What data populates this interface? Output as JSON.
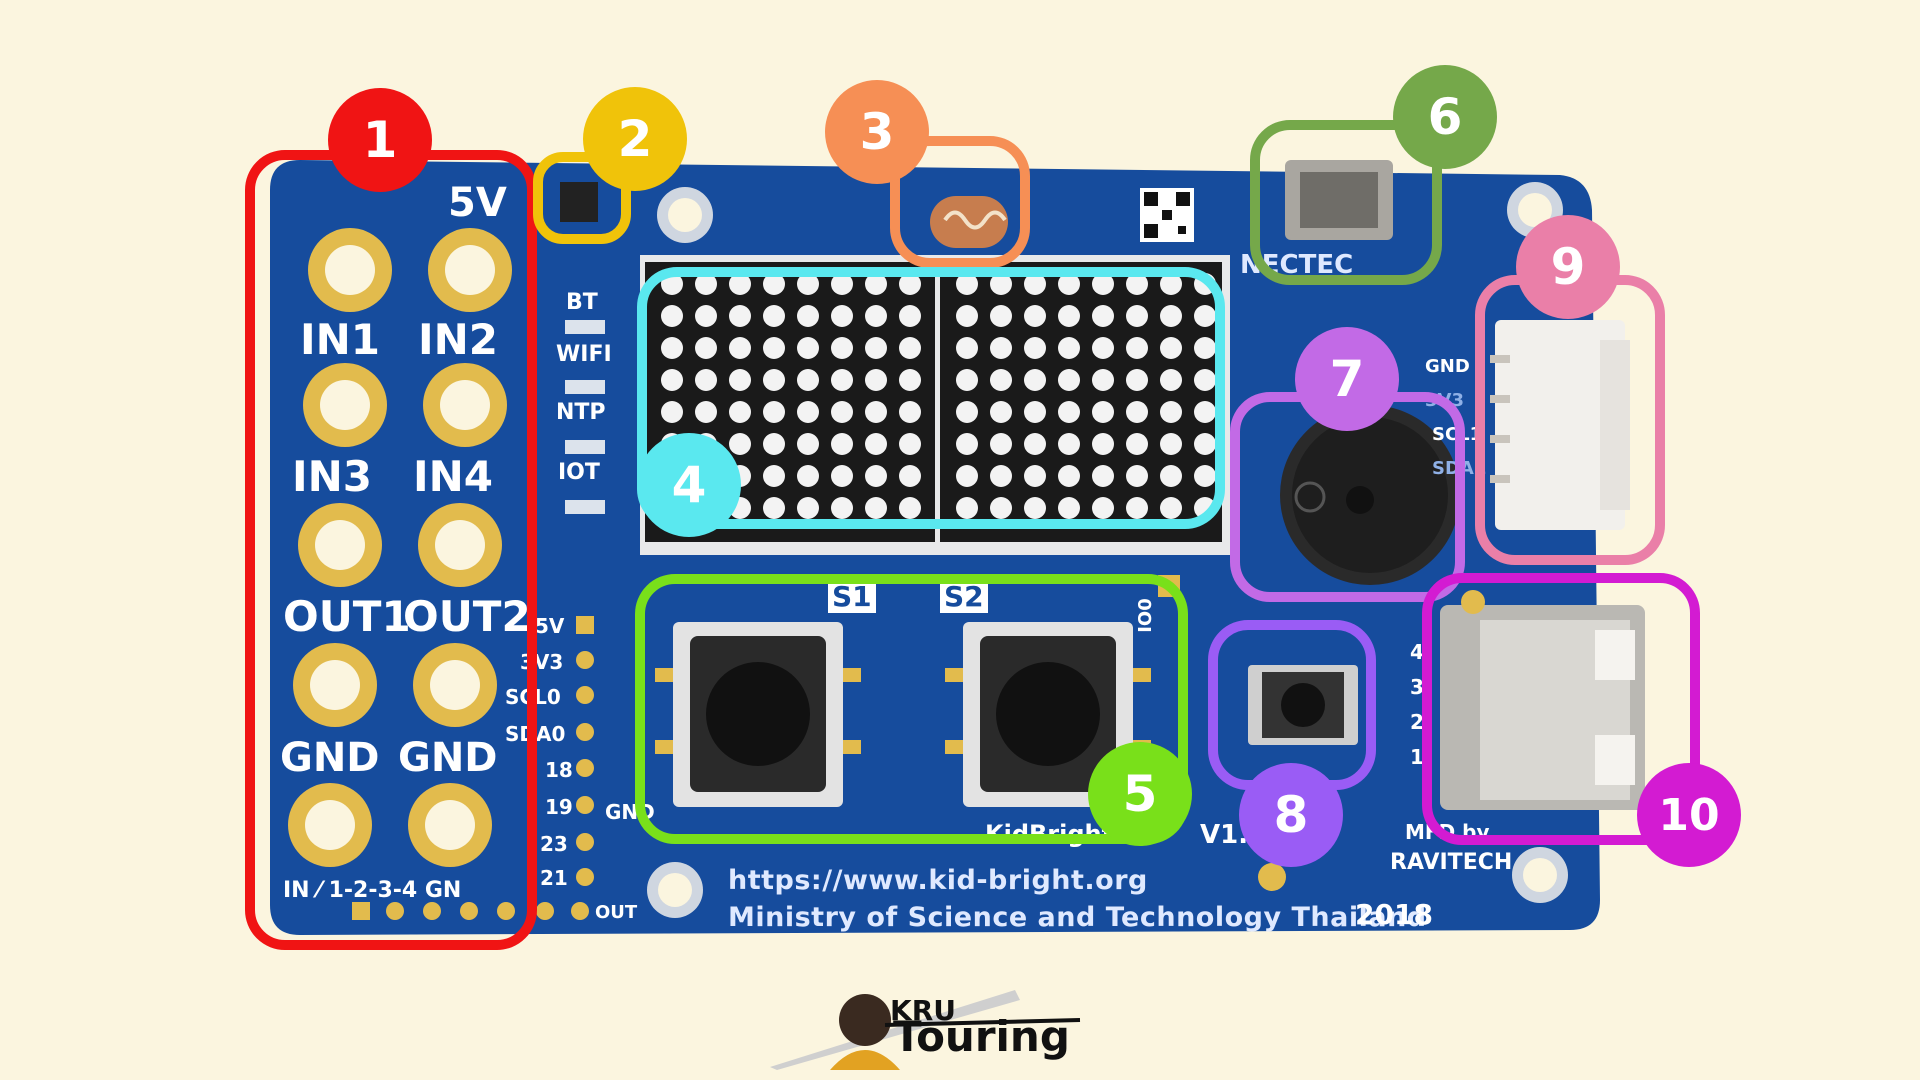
{
  "board": {
    "header_labels": {
      "top": "5V",
      "row1_left": "IN1",
      "row1_right": "IN2",
      "row2_left": "IN3",
      "row2_right": "IN4",
      "row3_left": "OUT1",
      "row3_right": "OUT2",
      "row4_left": "GND",
      "row4_right": "GND"
    },
    "bottom_header": "IN ⁄ 1-2-3-4 GN",
    "status_leds": [
      "BT",
      "WIFI",
      "NTP",
      "IOT"
    ],
    "side_pins": [
      "5V",
      "3V3",
      "SCL0",
      "SDA0",
      "18",
      "19",
      "23",
      "21"
    ],
    "out_label": "OUT",
    "gnd_label": "GND",
    "buttons": {
      "s1": "S1",
      "s2": "S2",
      "io0": "IO0"
    },
    "kidbright": "KidBright",
    "version": "V1.",
    "right_header": [
      "GND",
      "3V3",
      "SCL1",
      "SDA1"
    ],
    "url": "https://www.kid-bright.org",
    "ministry": "Ministry of Science and Technology Thailand",
    "year": "2018",
    "maker": "RAVITECH",
    "mfd": "MFD by",
    "nectec": "NECTEC",
    "usb_pins": [
      "4",
      "3",
      "2",
      "1"
    ]
  },
  "callouts": [
    {
      "num": "1",
      "color": "#f01414"
    },
    {
      "num": "2",
      "color": "#f0c30a"
    },
    {
      "num": "3",
      "color": "#f68f55"
    },
    {
      "num": "4",
      "color": "#5ae8ef"
    },
    {
      "num": "5",
      "color": "#79e01a"
    },
    {
      "num": "6",
      "color": "#75a84a"
    },
    {
      "num": "7",
      "color": "#c26ae6"
    },
    {
      "num": "8",
      "color": "#9a5cf5"
    },
    {
      "num": "9",
      "color": "#ea7fa8"
    },
    {
      "num": "10",
      "color": "#d31bd2"
    }
  ],
  "logo": {
    "line1": "KRU",
    "line2": "Touring"
  }
}
